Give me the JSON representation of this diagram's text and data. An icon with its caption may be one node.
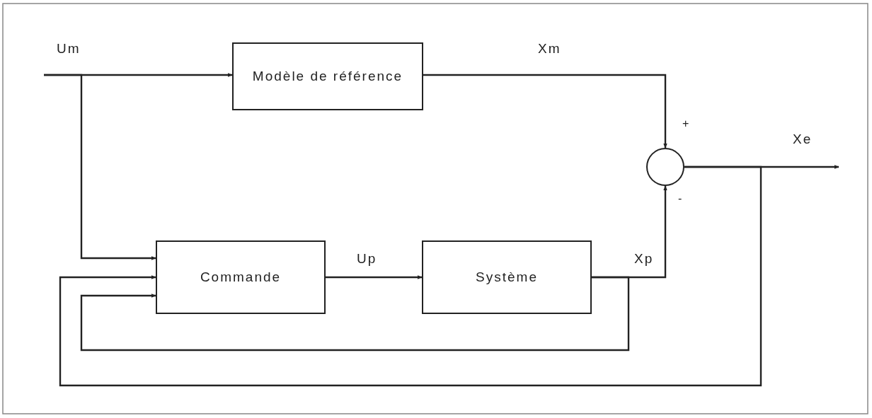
{
  "diagram": {
    "nodes": [
      {
        "text": [
          "Modèle de référence"
        ]
      },
      {
        "text": [
          "Commande"
        ]
      },
      {
        "text": [
          "Système"
        ]
      },
      {
        "text": [],
        "shape": "circle"
      }
    ],
    "edges": [
      {
        "from": null,
        "to": 0,
        "arrow": "to",
        "label": "Um"
      },
      {
        "from": null,
        "to": 1,
        "arrow": "to"
      },
      {
        "from": 0,
        "to": 3,
        "arrow": "to",
        "label": "Xm"
      },
      {
        "from": 1,
        "to": 2,
        "arrow": "to",
        "label": "Up"
      },
      {
        "from": 2,
        "to": 3,
        "arrow": "to",
        "label": "Xp"
      },
      {
        "from": 3,
        "to": null,
        "arrow": "to",
        "label": "Xe"
      },
      {
        "from": 2,
        "to": 1,
        "arrow": "to"
      },
      {
        "from": 3,
        "to": 1,
        "arrow": "to"
      }
    ],
    "labels": [
      "+",
      "-"
    ]
  }
}
